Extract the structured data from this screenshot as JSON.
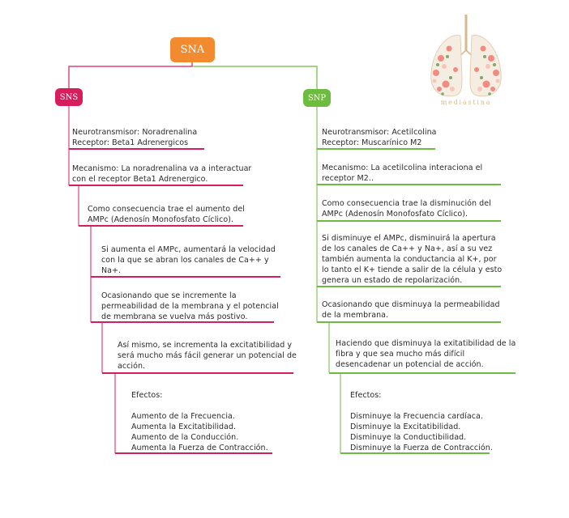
{
  "root": {
    "label": "SNA",
    "color": "#f28a2f"
  },
  "left": {
    "label": "SNS",
    "color": "#d81d5d",
    "items": [
      "Neurotransmisor: Noradrenalina\nReceptor: Beta1 Adrenergicos",
      "Mecanismo: La noradrenalina va a interactuar\ncon el receptor Beta1 Adrenergico.",
      "Como consecuencia trae el aumento del\nAMPc (Adenosín Monofosfato Cíclico).",
      "Si aumenta el AMPc, aumentará la velocidad\ncon la que se abran los canales de Ca++ y\nNa+.",
      "Ocasionando que se incremente la\npermeabilidad de la membrana y el potencial\nde membrana se vuelva más postivo.",
      "Así mismo, se incrementa la excitatibilidad y\nserá mucho más fácil generar un potencial de\nacción.",
      "Efectos:\n\nAumento de la Frecuencia.\nAumenta la Excitatibilidad.\nAumento de la Conducción.\nAumenta la Fuerza de Contracción."
    ]
  },
  "right": {
    "label": "SNP",
    "color": "#6dbb3f",
    "items": [
      "Neurotransmisor: Acetilcolina\nReceptor: Muscarínico M2",
      "Mecanismo: La acetilcolina interaciona el\nreceptor M2..",
      "Como consecuencia trae la disminución del\nAMPc (Adenosín Monofosfato Cíclico).",
      "Si disminuye el AMPc, disminuirá la apertura\nde los canales de Ca++ y Na+, así a su vez\ntambién aumenta la conductancia al K+, por\nlo tanto el K+ tiende a salir de la célula y esto\ngenera un estado de repolarización.",
      "Ocasionando que disminuya la permeabilidad\nde la membrana.",
      "Haciendo que disminuya la exitatibilidad de la\nfibra y que sea mucho más difícil\ndesencadenar un potencial de acción.",
      "Efectos:\n\nDisminuye la Frecuencia cardíaca.\nDisminuye la Excitatibilidad.\nDisminuye la Conductibilidad.\nDisminuye la Fuerza de Contracción."
    ]
  },
  "logo": {
    "text": "mediastina",
    "icon": "lungs-flower-icon"
  }
}
